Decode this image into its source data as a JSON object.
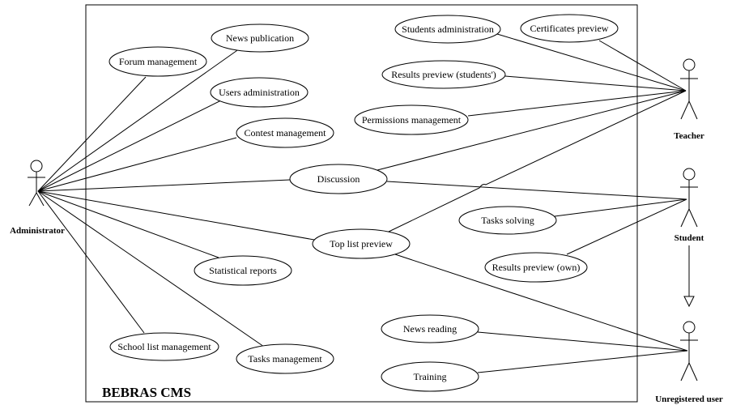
{
  "system": {
    "name": "BEBRAS CMS"
  },
  "actors": {
    "administrator": "Administrator",
    "teacher": "Teacher",
    "student": "Student",
    "unregistered": "Unregistered user"
  },
  "use_cases": {
    "forum_management": "Forum management",
    "news_publication": "News publication",
    "users_administration": "Users administration",
    "contest_management": "Contest management",
    "discussion": "Discussion",
    "top_list_preview": "Top list preview",
    "statistical_reports": "Statistical reports",
    "school_list_management": "School list management",
    "tasks_management": "Tasks management",
    "students_administration": "Students administration",
    "certificates_preview": "Certificates preview",
    "results_preview_students": "Results preview (students')",
    "permissions_management": "Permissions management",
    "tasks_solving": "Tasks solving",
    "results_preview_own": "Results preview (own)",
    "news_reading": "News reading",
    "training": "Training"
  }
}
